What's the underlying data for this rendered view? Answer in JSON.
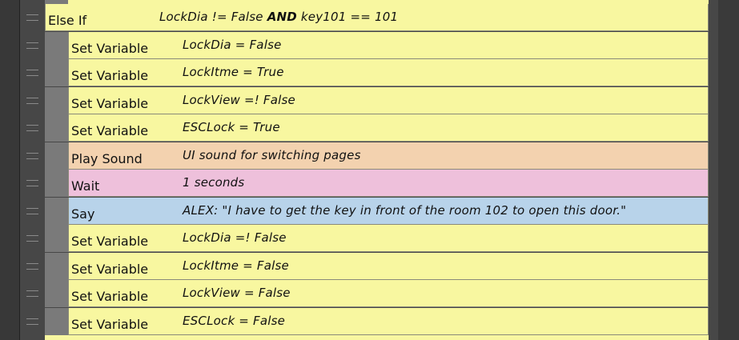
{
  "rows": [
    {
      "command": "Else If",
      "desc_pre": "LockDia != False ",
      "desc_bold": "AND",
      "desc_post": " key101 == 101",
      "color": "yellow",
      "indent": 0
    },
    {
      "command": "Set Variable",
      "desc": "LockDia = False",
      "color": "yellow",
      "indent": 1
    },
    {
      "command": "Set Variable",
      "desc": "LockItme = True",
      "color": "yellow",
      "indent": 1
    },
    {
      "command": "Set Variable",
      "desc": "LockView =! False",
      "color": "yellow",
      "indent": 1
    },
    {
      "command": "Set Variable",
      "desc": "ESCLock = True",
      "color": "yellow",
      "indent": 1
    },
    {
      "command": "Play Sound",
      "desc": "UI sound for switching pages",
      "color": "orange",
      "indent": 1
    },
    {
      "command": "Wait",
      "desc": "1 seconds",
      "color": "pink",
      "indent": 1
    },
    {
      "command": "Say",
      "desc": "ALEX: \"I have to get the key in front of the room 102 to open this door.\"",
      "color": "blue",
      "indent": 1
    },
    {
      "command": "Set Variable",
      "desc": "LockDia =! False",
      "color": "yellow",
      "indent": 1
    },
    {
      "command": "Set Variable",
      "desc": "LockItme = False",
      "color": "yellow",
      "indent": 1
    },
    {
      "command": "Set Variable",
      "desc": "LockView = False",
      "color": "yellow",
      "indent": 1
    },
    {
      "command": "Set Variable",
      "desc": "ESCLock = False",
      "color": "yellow",
      "indent": 1
    }
  ],
  "colors": {
    "yellow": "#f8f7a0",
    "orange": "#f3d2af",
    "pink": "#eec0db",
    "blue": "#b8d3ea"
  }
}
